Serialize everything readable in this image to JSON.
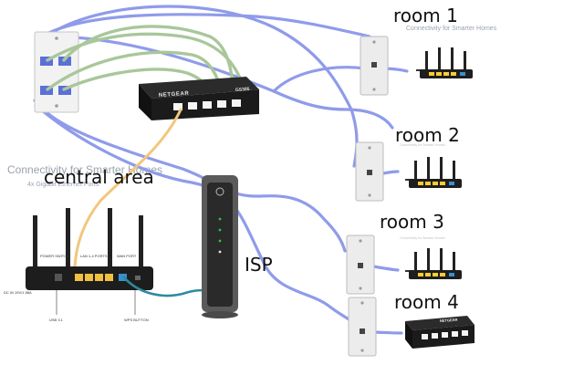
{
  "labels": {
    "room1": "room 1",
    "room2": "room 2",
    "room3": "room 3",
    "room4": "room 4",
    "central": "central area",
    "isp": "ISP"
  },
  "watermark": {
    "large": "Connectivity for Smarter Homes",
    "small": "Connectivity for Smarter Homes",
    "large_sub": "4x Gigabit Ethernet Ports"
  },
  "devices": {
    "switch_brand": "NETGEAR",
    "switch_model": "GS305",
    "router_ports": {
      "power": "POWER SWITCH",
      "lan": "LAN 1-4 PORTS",
      "wan": "WAN PORT",
      "dc": "DC IN 19V/1.58A",
      "usb": "USB 3.1",
      "wps": "WPS BUTTON"
    }
  },
  "colors": {
    "blue_cable": "#8f9bea",
    "green_cable": "#a9c79a",
    "orange_cable": "#f1c77c",
    "teal_cable": "#2c8a9e"
  }
}
